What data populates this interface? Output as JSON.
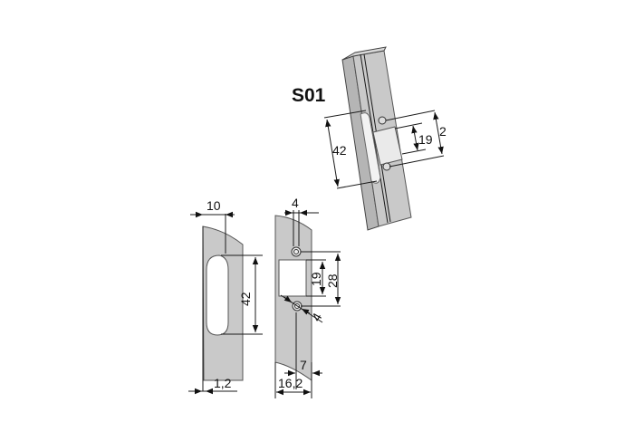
{
  "diagram": {
    "title": "S01",
    "iso_view": {
      "dimensions": {
        "slot_length": "42",
        "opening_height": "19",
        "screw_spacing": "2"
      }
    },
    "side_view": {
      "dimensions": {
        "width": "10",
        "slot_length": "42",
        "thickness": "1,2"
      }
    },
    "front_view": {
      "dimensions": {
        "hole_offset": "4",
        "opening_height": "19",
        "screw_spacing": "28",
        "hole_diameter": "4",
        "edge_offset": "7",
        "total_width": "16,2"
      }
    },
    "colors": {
      "plate": "#c9c9c9",
      "plate_dark": "#b5b5b5",
      "line": "#1a1a1a"
    }
  }
}
